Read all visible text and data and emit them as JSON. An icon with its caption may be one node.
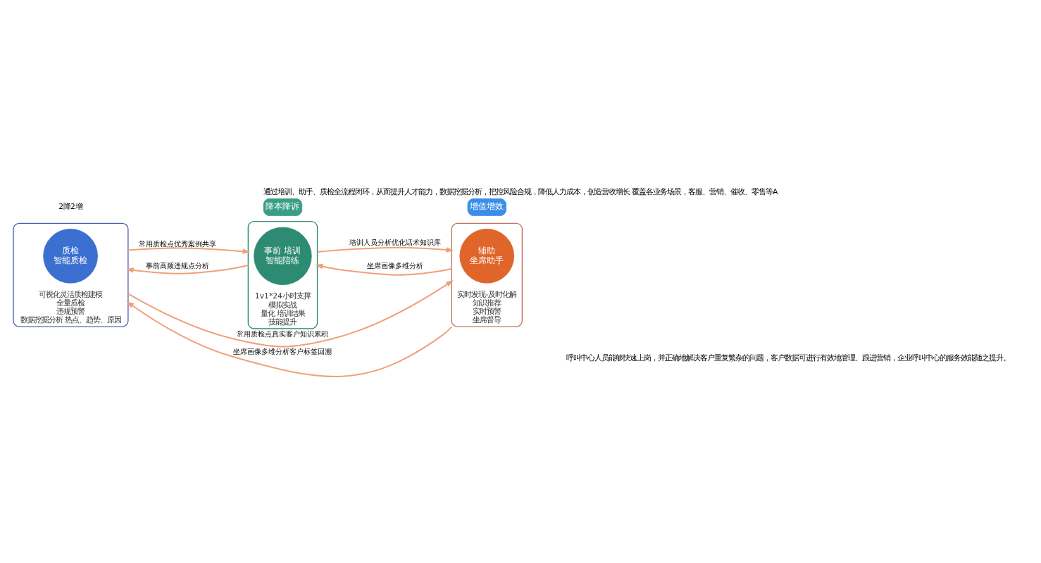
{
  "diagram": {
    "title": "通过培训、助手、质检全流程闭环，从而提升人才能力，数据挖掘分析，把控风险合规，降低人力成本，创造营收增长 覆盖各业务场景，客服、营销、催收、零售等A",
    "nodes": [
      {
        "text": [
          "可视化灵活质检建模",
          "全量质检",
          "违规预警",
          "数据挖掘分析 热点、趋势、原因"
        ]
      },
      {
        "text": [
          "质检",
          "智能质检"
        ],
        "in": 0
      },
      {
        "text": [
          "1v1*24小时支撑",
          "模拟实战",
          "量化 培训结果",
          "技能提升"
        ]
      },
      {
        "text": [
          "事前 培训",
          "智能陪练"
        ],
        "in": 2
      },
      {
        "text": [
          "实时发现-及时化解",
          "知识推荐",
          "实时预警",
          "坐席督导"
        ]
      },
      {
        "text": [
          "辅助",
          "坐席助手"
        ],
        "in": 4
      },
      {
        "text": [
          "降本降诉"
        ]
      },
      {
        "text": [
          "增值增效"
        ]
      }
    ],
    "edges": [
      {
        "from": 0,
        "to": 2,
        "arrow": "to",
        "label": "常用质检点优秀案例共享"
      },
      {
        "from": 0,
        "to": 4,
        "arrow": "to",
        "label": "常用质检点真实客户知识累积"
      },
      {
        "from": 2,
        "to": 0,
        "arrow": "to",
        "label": "事前高频违规点分析"
      },
      {
        "from": 2,
        "to": 4,
        "arrow": "to",
        "label": "培训人员分析优化话术知识库"
      },
      {
        "from": 4,
        "to": 2,
        "arrow": "to",
        "label": "坐席画像多维分析"
      },
      {
        "from": 4,
        "to": 0,
        "arrow": "to",
        "label": "坐席画像多维分析客户标签回溯"
      }
    ],
    "labels": [
      "2降2增",
      "呼叫中心人员能够快速上岗，并正确地解决客户重复繁杂的问题，客户数据可进行有效地管理、跟进营销，企业呼叫中心的服务效能随之提升。"
    ]
  }
}
